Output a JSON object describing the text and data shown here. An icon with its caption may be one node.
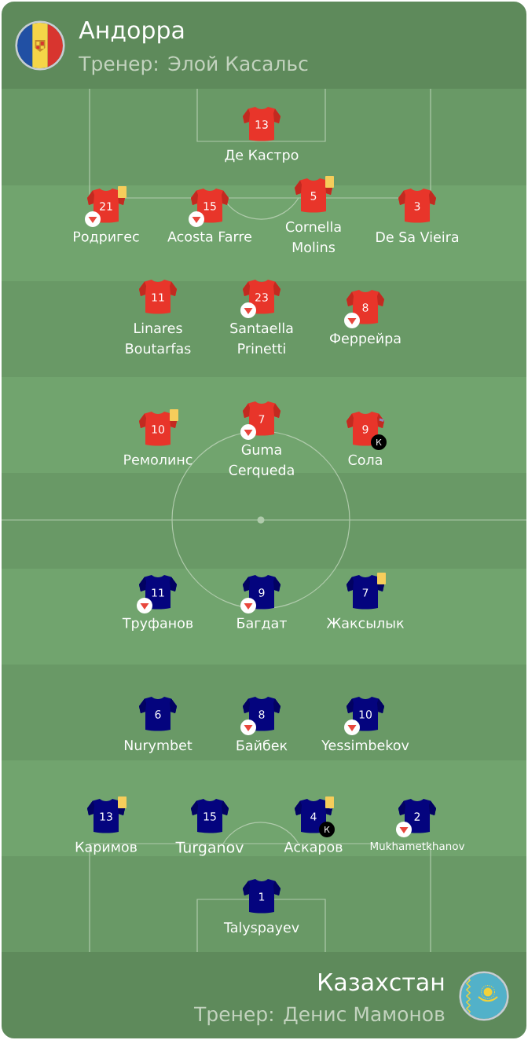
{
  "diagram": {
    "nodes": [
      {
        "text": [
          "Андорра",
          "Тренер: Элой Касальс"
        ]
      },
      {
        "text": [
          "13"
        ],
        "beside": [
          "Де Кастро"
        ]
      },
      {
        "text": [
          "21"
        ],
        "beside": [
          "Родригес"
        ]
      },
      {
        "text": [
          "15"
        ],
        "beside": [
          "Acosta Farre"
        ]
      },
      {
        "text": [
          "5"
        ],
        "beside": [
          "Cornella Molins"
        ]
      },
      {
        "text": [
          "3"
        ],
        "beside": [
          "De Sa Vieira"
        ]
      },
      {
        "text": [
          "11"
        ],
        "beside": [
          "Linares Boutarfas"
        ]
      },
      {
        "text": [
          "23"
        ],
        "beside": [
          "Santaella Prinetti"
        ]
      },
      {
        "text": [
          "8"
        ],
        "beside": [
          "Феррейра"
        ]
      },
      {
        "text": [
          "10"
        ],
        "beside": [
          "Ремолинс"
        ]
      },
      {
        "text": [
          "7"
        ],
        "beside": [
          "Guma Cerqueda"
        ]
      },
      {
        "text": [
          "9"
        ],
        "beside": [
          "Сола",
          "К"
        ]
      },
      {
        "text": [
          "11"
        ],
        "beside": [
          "Труфанов"
        ]
      },
      {
        "text": [
          "9"
        ],
        "beside": [
          "Багдат"
        ]
      },
      {
        "text": [
          "7"
        ],
        "beside": [
          "Жаксылык"
        ]
      },
      {
        "text": [
          "6"
        ],
        "beside": [
          "Nurymbet"
        ]
      },
      {
        "text": [
          "8"
        ],
        "beside": [
          "Байбек"
        ]
      },
      {
        "text": [
          "10"
        ],
        "beside": [
          "Yessimbekov"
        ]
      },
      {
        "text": [
          "13"
        ],
        "beside": [
          "Каримов"
        ]
      },
      {
        "text": [
          "15"
        ],
        "beside": [
          "Turganov"
        ]
      },
      {
        "text": [
          "4"
        ],
        "beside": [
          "Аскаров",
          "К"
        ]
      },
      {
        "text": [
          "2"
        ],
        "beside": [
          "Mukhametkhanov"
        ]
      },
      {
        "text": [
          "1"
        ],
        "beside": [
          "Talyspayev"
        ]
      },
      {
        "text": [
          "Казахстан",
          "Тренер: Денис Мамонов"
        ]
      }
    ]
  }
}
